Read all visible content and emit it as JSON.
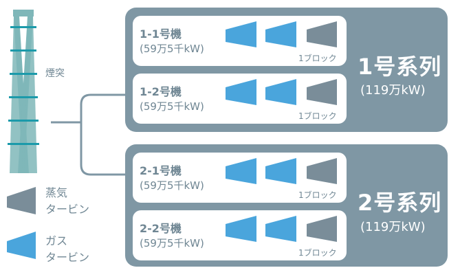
{
  "colors": {
    "series_bg": "#7f97a4",
    "gas_turbine": "#4aa5dc",
    "steam_turbine": "#7a8d99",
    "chimney": "#7fb7b9",
    "chimney_rings": "#1b9aaa",
    "text": "#6f8693"
  },
  "chimney": {
    "label": "煙突"
  },
  "series": [
    {
      "title": "1号系列",
      "capacity": "(119万kW)",
      "units": [
        {
          "name": "1-1号機",
          "capacity": "(59万5千kW)",
          "block": "1ブロック"
        },
        {
          "name": "1-2号機",
          "capacity": "(59万5千kW)",
          "block": "1ブロック"
        }
      ]
    },
    {
      "title": "2号系列",
      "capacity": "(119万kW)",
      "units": [
        {
          "name": "2-1号機",
          "capacity": "(59万5千kW)",
          "block": "1ブロック"
        },
        {
          "name": "2-2号機",
          "capacity": "(59万5千kW)",
          "block": "1ブロック"
        }
      ]
    }
  ],
  "legend": {
    "steam": {
      "line1": "蒸気",
      "line2": "タービン",
      "icon": "steam-turbine-icon"
    },
    "gas": {
      "line1": "ガス",
      "line2": "タービン",
      "icon": "gas-turbine-icon"
    }
  }
}
